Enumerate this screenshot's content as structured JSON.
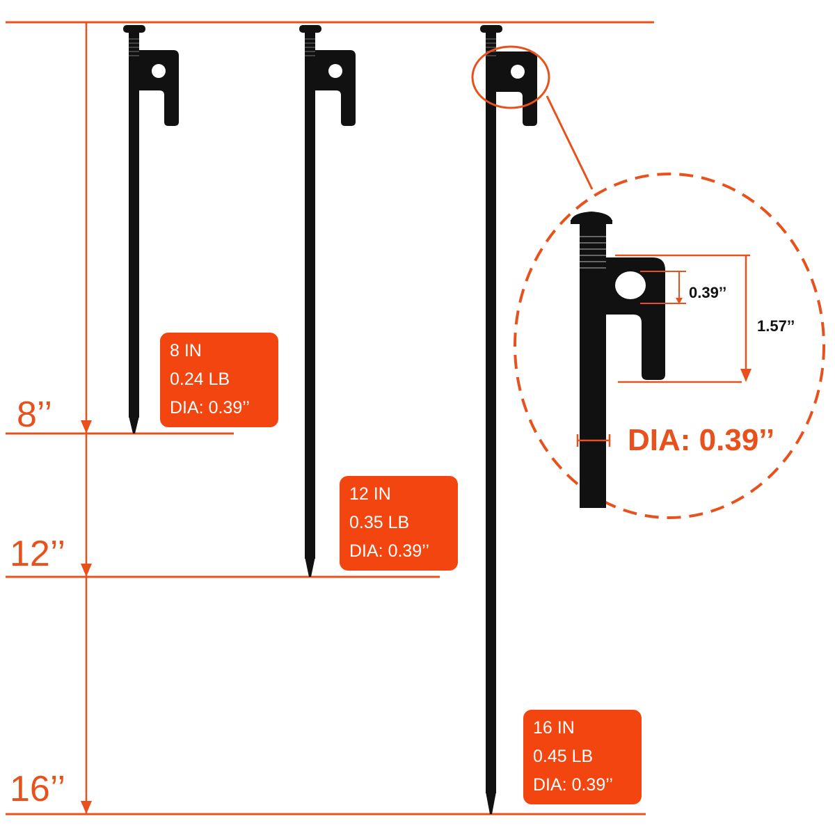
{
  "colors": {
    "accent": "#e8511c",
    "box": "#f24510",
    "stake": "#111111",
    "background": "#ffffff"
  },
  "scale_labels": [
    "8’’",
    "12’’",
    "16’’"
  ],
  "stakes": [
    {
      "length": "8 IN",
      "weight": "0.24 LB",
      "diameter": "DIA: 0.39’’"
    },
    {
      "length": "12 IN",
      "weight": "0.35 LB",
      "diameter": "DIA: 0.39’’"
    },
    {
      "length": "16 IN",
      "weight": "0.45 LB",
      "diameter": "DIA: 0.39’’"
    }
  ],
  "detail": {
    "hole_diameter": "0.39’’",
    "hook_height": "1.57’’",
    "shaft_diameter": "DIA: 0.39’’"
  }
}
